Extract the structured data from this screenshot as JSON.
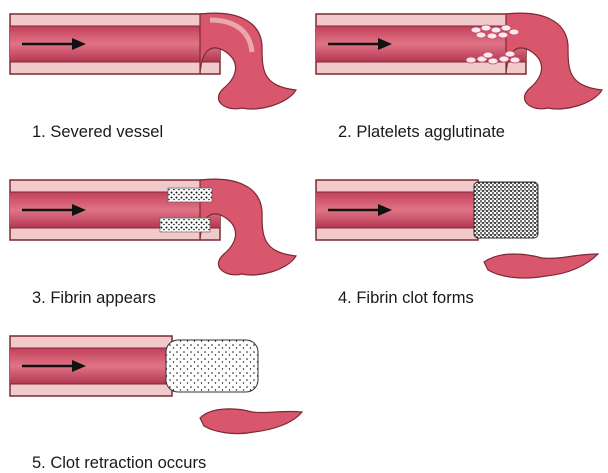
{
  "colors": {
    "vessel_wall": "#f1c9cb",
    "vessel_outline": "#7a2a35",
    "lumen": "#d65a6e",
    "lumen_dark": "#a8324a",
    "flap": "#d9576c",
    "arrow": "#111111",
    "platelet": "#ffffff",
    "fibrin_dots": "#111111"
  },
  "panels": [
    {
      "caption": "1. Severed vessel",
      "stage": "severed"
    },
    {
      "caption": "2. Platelets agglutinate",
      "stage": "platelets"
    },
    {
      "caption": "3. Fibrin appears",
      "stage": "fibrin"
    },
    {
      "caption": "4. Fibrin clot forms",
      "stage": "clot"
    },
    {
      "caption": "5. Clot retraction occurs",
      "stage": "retraction"
    }
  ]
}
